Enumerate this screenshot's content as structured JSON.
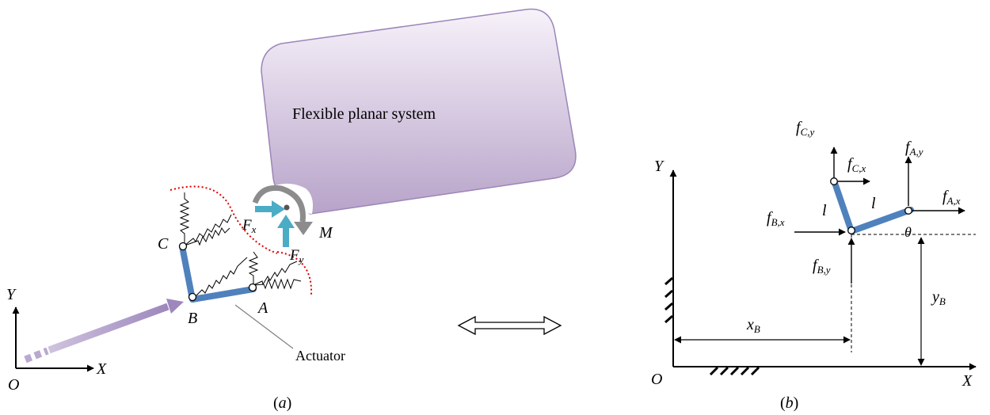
{
  "panel_a": {
    "caption_open": "(",
    "caption_letter": "a",
    "caption_close": ")",
    "system_label": "Flexible planar system",
    "actuator_label": "Actuator",
    "points": {
      "a": "A",
      "b": "B",
      "c": "C"
    },
    "axes": {
      "origin": "O",
      "x": "X",
      "y": "Y"
    },
    "force_x": {
      "main": "F",
      "sub": "x"
    },
    "force_y": {
      "main": "F",
      "sub": "y"
    },
    "moment": "M"
  },
  "panel_b": {
    "caption_open": "(",
    "caption_letter": "b",
    "caption_close": ")",
    "axes": {
      "origin": "O",
      "x": "X",
      "y": "Y"
    },
    "forces": {
      "fcy": {
        "main": "f",
        "sub": "C,y"
      },
      "fcx": {
        "main": "f",
        "sub": "C,x"
      },
      "fay": {
        "main": "f",
        "sub": "A,y"
      },
      "fax": {
        "main": "f",
        "sub": "A,x"
      },
      "fbx": {
        "main": "f",
        "sub": "B,x"
      },
      "fby": {
        "main": "f",
        "sub": "B,y"
      }
    },
    "link_length_1": "l",
    "link_length_2": "l",
    "angle": "θ",
    "xb": {
      "main": "x",
      "sub": "B"
    },
    "yb": {
      "main": "y",
      "sub": "B"
    }
  },
  "colors": {
    "actuator_blue": "#4f81bd",
    "system_fill_top": "#f7f2fa",
    "system_fill_bottom": "#b7a3c9",
    "system_stroke": "#9b85b8",
    "force_arrow": "#4bacc6",
    "boundary": "#e00000",
    "moment_gray": "#8c8c8c"
  }
}
